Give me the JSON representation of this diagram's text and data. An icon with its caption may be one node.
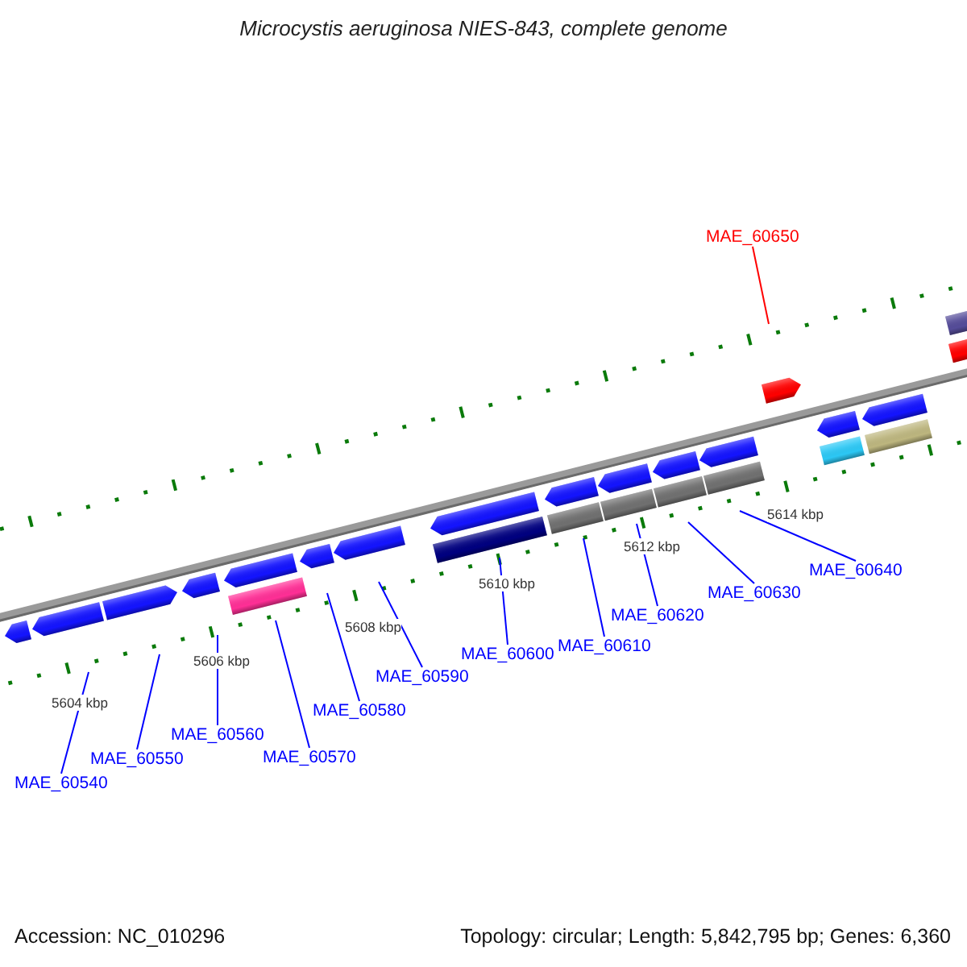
{
  "diagram": {
    "title": "Microcystis aeruginosa NIES-843, complete genome",
    "nodes": [
      {
        "text": [
          "MAE_60540"
        ]
      },
      {
        "text": [
          "MAE_60550"
        ]
      },
      {
        "text": [
          "MAE_60560"
        ]
      },
      {
        "text": [
          "MAE_60570"
        ]
      },
      {
        "text": [
          "MAE_60580"
        ]
      },
      {
        "text": [
          "MAE_60590"
        ]
      },
      {
        "text": [
          "MAE_60600"
        ]
      },
      {
        "text": [
          "MAE_60610"
        ]
      },
      {
        "text": [
          "MAE_60620"
        ]
      },
      {
        "text": [
          "MAE_60630"
        ]
      },
      {
        "text": [
          "MAE_60640"
        ]
      },
      {
        "text": [
          "MAE_60650"
        ]
      }
    ],
    "edges": [
      {
        "from": 0,
        "to": null,
        "arrow": "none"
      },
      {
        "from": 1,
        "to": null,
        "arrow": "none"
      },
      {
        "from": 2,
        "to": null,
        "arrow": "none"
      },
      {
        "from": 3,
        "to": null,
        "arrow": "none"
      },
      {
        "from": 4,
        "to": null,
        "arrow": "none"
      },
      {
        "from": 5,
        "to": null,
        "arrow": "none"
      },
      {
        "from": 6,
        "to": null,
        "arrow": "none"
      },
      {
        "from": 7,
        "to": null,
        "arrow": "none"
      },
      {
        "from": 8,
        "to": null,
        "arrow": "none"
      },
      {
        "from": 9,
        "to": null,
        "arrow": "none"
      },
      {
        "from": 10,
        "to": null,
        "arrow": "none"
      },
      {
        "from": 11,
        "to": null,
        "arrow": "none",
        "color": "#ff0000"
      }
    ],
    "labels": [
      "5604 kbp",
      "5606 kbp",
      "5608 kbp",
      "5610 kbp",
      "5612 kbp",
      "5614 kbp",
      "Accession: NC_010296",
      "Topology: circular; Length: 5,842,795 bp; Genes: 6,360"
    ]
  }
}
